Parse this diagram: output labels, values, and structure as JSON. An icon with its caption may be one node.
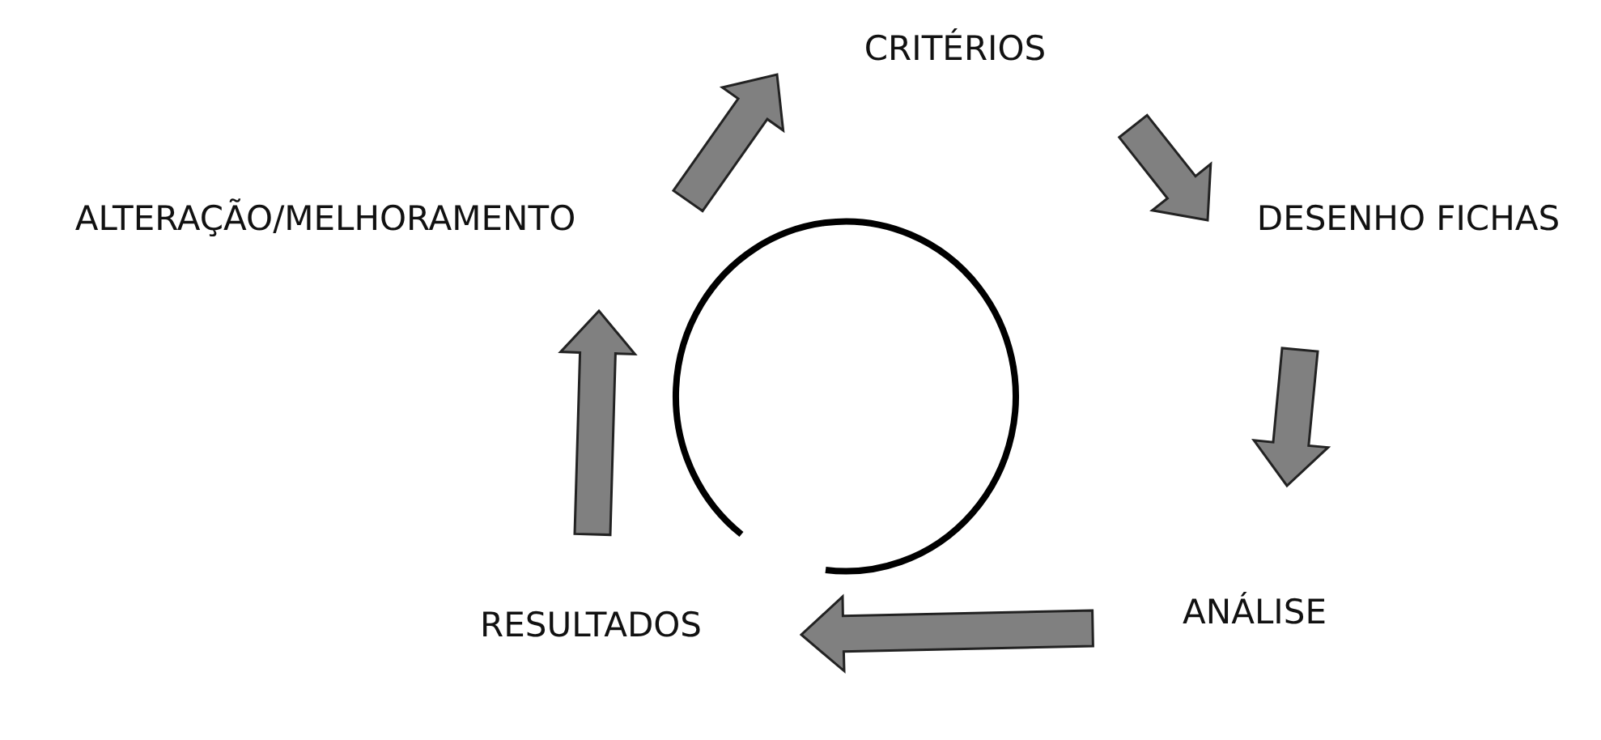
{
  "diagram": {
    "nodes": [
      {
        "text": [
          "CRITÉRIOS"
        ]
      },
      {
        "text": [
          "DESENHO FICHAS"
        ]
      },
      {
        "text": [
          "ANÁLISE"
        ]
      },
      {
        "text": [
          "RESULTADOS"
        ]
      },
      {
        "text": [
          "ALTERAÇÃO/MELHORAMENTO"
        ]
      }
    ],
    "edges": [
      {
        "from": 0,
        "to": 1,
        "arrow": "to"
      },
      {
        "from": 1,
        "to": 2,
        "arrow": "to"
      },
      {
        "from": 2,
        "to": 3,
        "arrow": "to"
      },
      {
        "from": 3,
        "to": 4,
        "arrow": "to"
      },
      {
        "from": 4,
        "to": 0,
        "arrow": "to"
      }
    ]
  }
}
